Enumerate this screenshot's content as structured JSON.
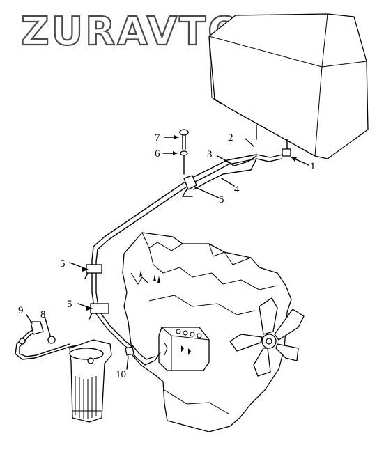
{
  "watermark": {
    "text": "ZURAVTO.RU"
  },
  "callouts": {
    "c1": "1",
    "c2": "2",
    "c3": "3",
    "c4": "4",
    "c5a": "5",
    "c5b": "5",
    "c5c": "5",
    "c6": "6",
    "c7": "7",
    "c8": "8",
    "c9": "9",
    "c10": "10"
  }
}
